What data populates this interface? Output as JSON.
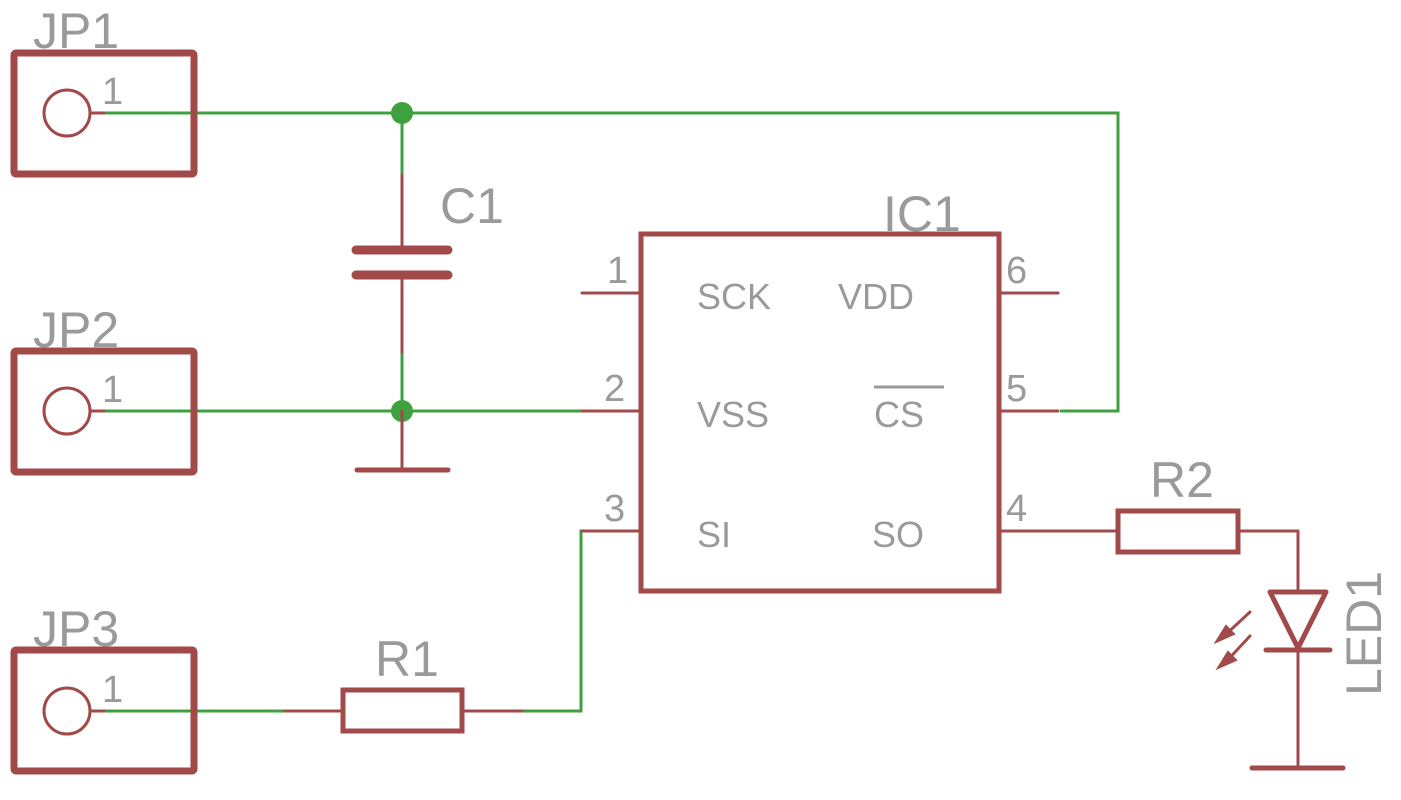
{
  "connectors": [
    {
      "name": "JP1",
      "pin": "1"
    },
    {
      "name": "JP2",
      "pin": "1"
    },
    {
      "name": "JP3",
      "pin": "1"
    }
  ],
  "capacitor": {
    "name": "C1"
  },
  "ic": {
    "name": "IC1",
    "pins": {
      "sck": {
        "num": "1",
        "label": "SCK"
      },
      "vss": {
        "num": "2",
        "label": "VSS"
      },
      "si": {
        "num": "3",
        "label": "SI"
      },
      "so": {
        "num": "4",
        "label": "SO"
      },
      "cs": {
        "num": "5",
        "label": "CS"
      },
      "vdd": {
        "num": "6",
        "label": "VDD"
      }
    }
  },
  "resistors": [
    {
      "name": "R1"
    },
    {
      "name": "R2"
    }
  ],
  "led": {
    "name": "LED1"
  },
  "colors": {
    "part": "#a24a4a",
    "wire": "#3fa03f",
    "label": "#9a9a9a"
  }
}
